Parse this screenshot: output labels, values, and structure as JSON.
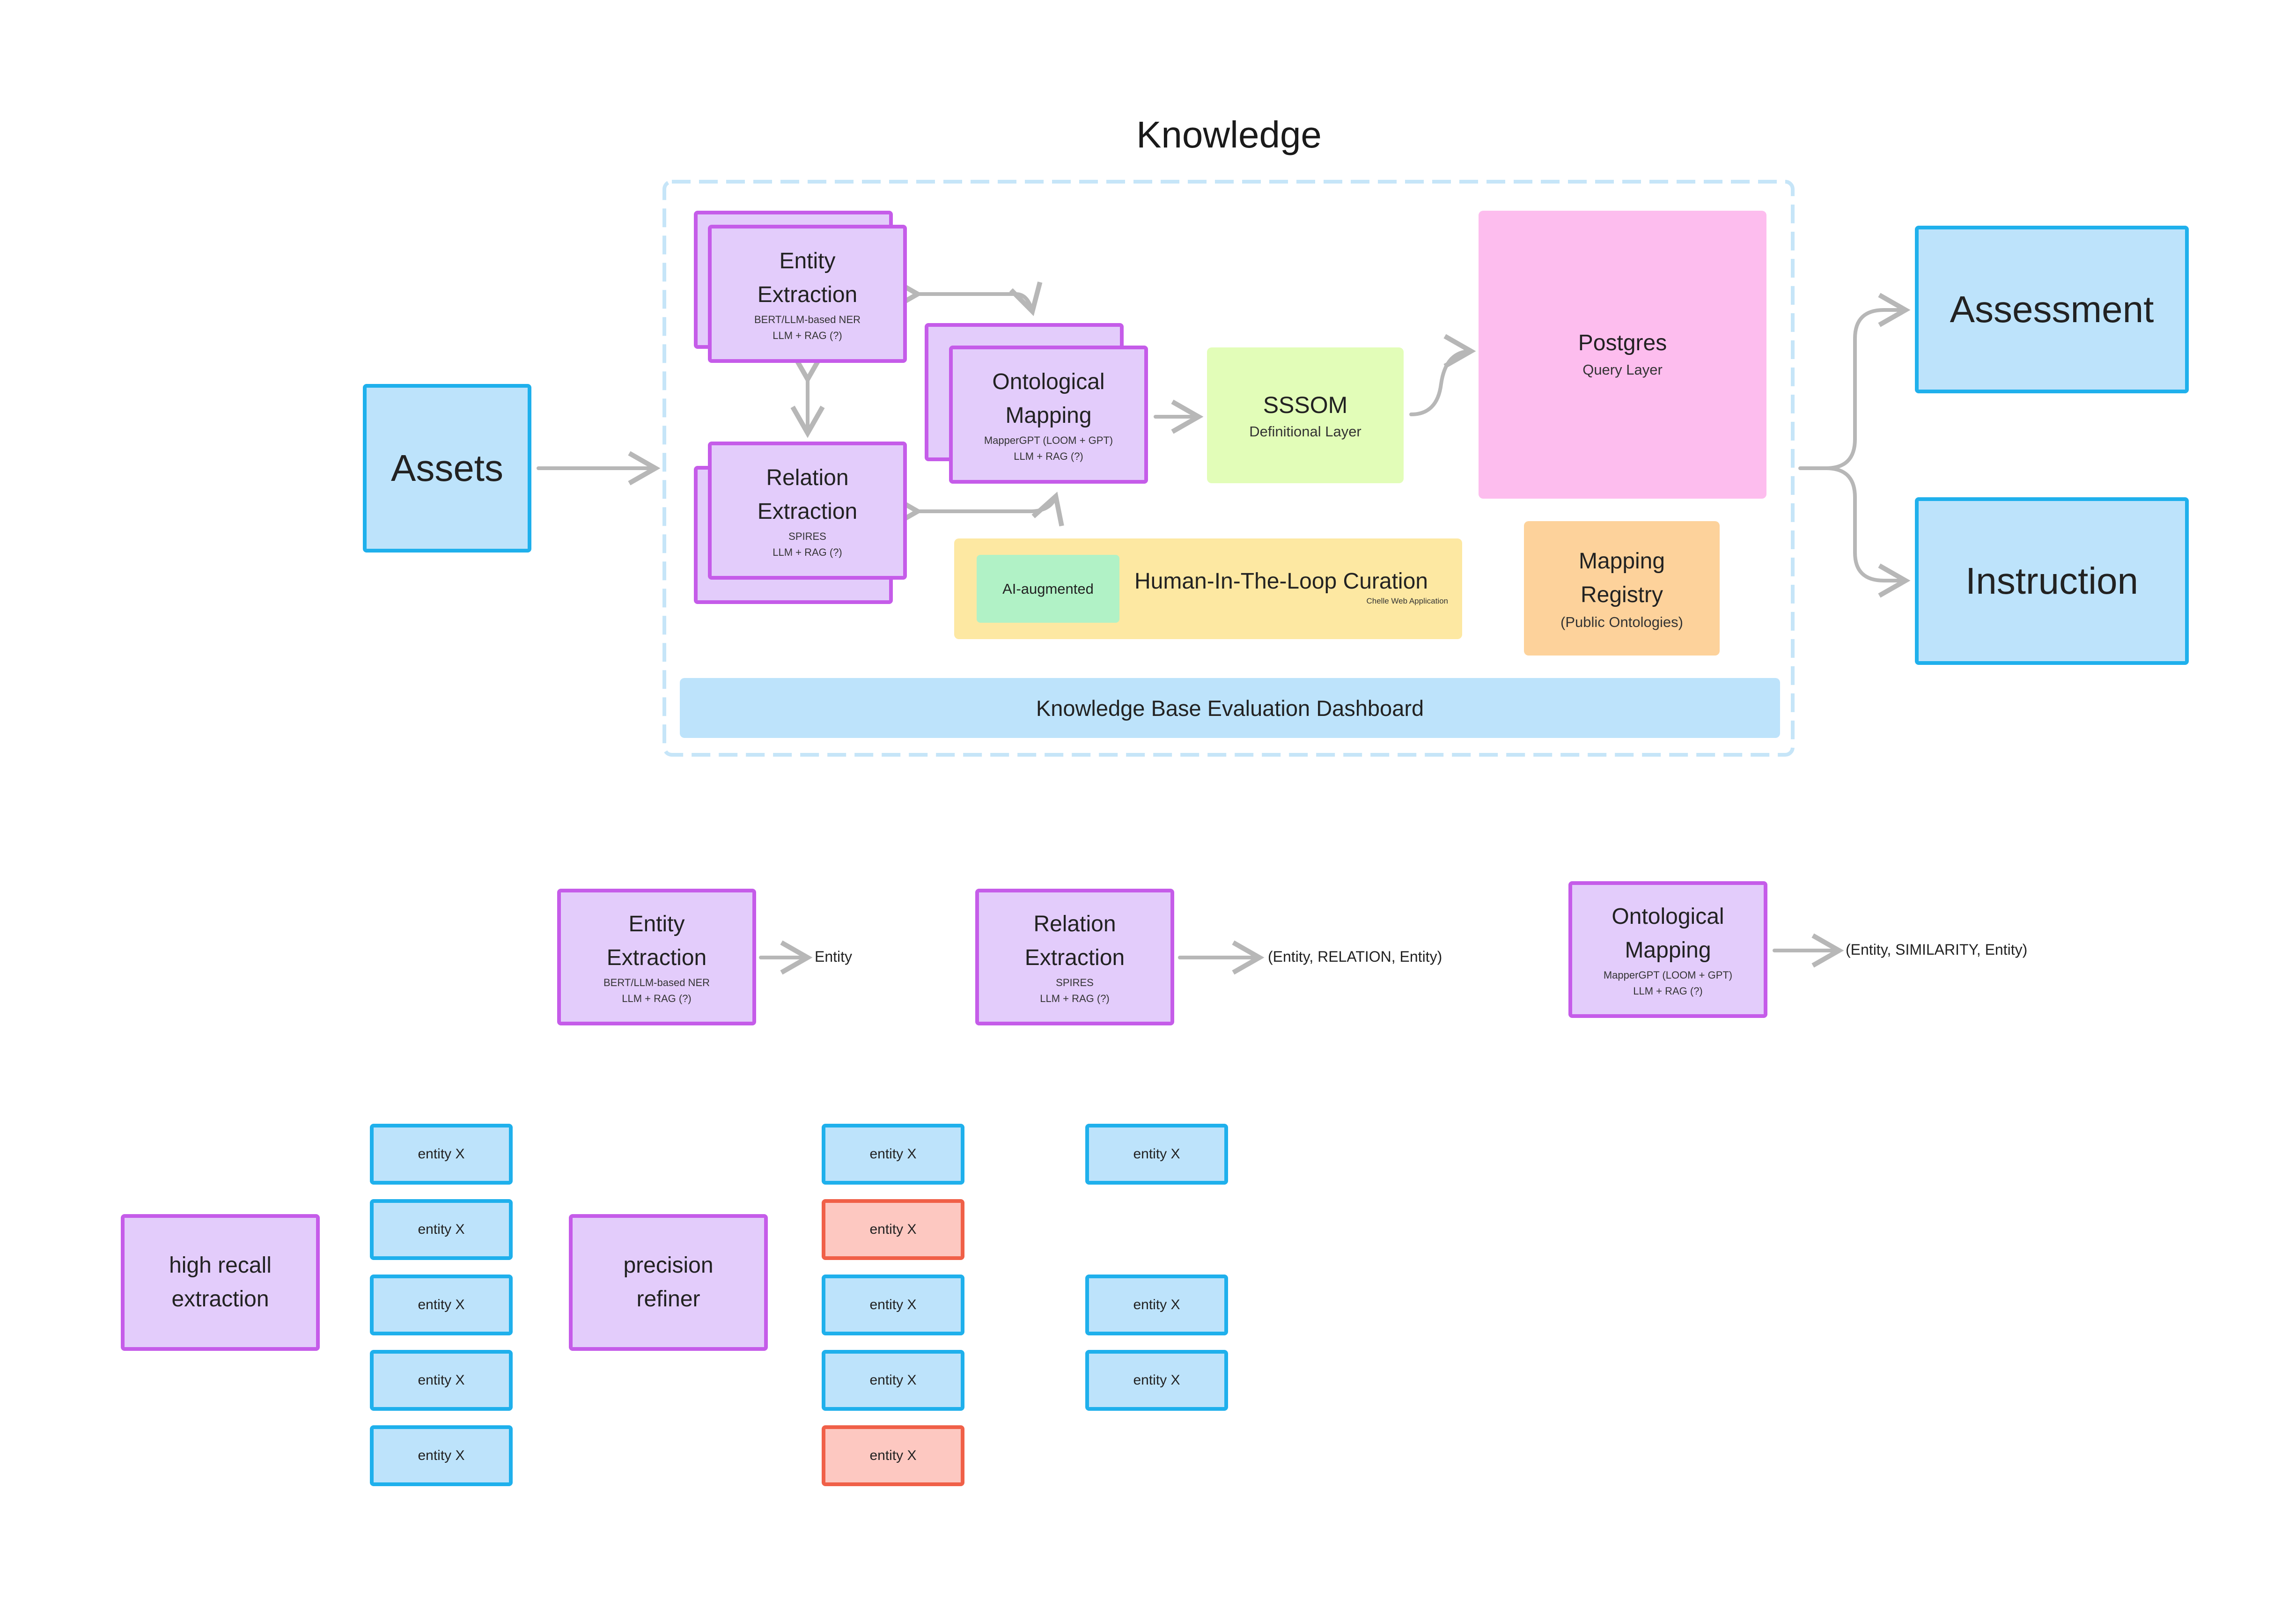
{
  "diagram": {
    "title": "Knowledge",
    "assets": "Assets",
    "assessment": "Assessment",
    "instruction": "Instruction",
    "entity_extraction": {
      "title1": "Entity",
      "title2": "Extraction",
      "sub1": "BERT/LLM-based NER",
      "sub2": "LLM + RAG (?)"
    },
    "relation_extraction": {
      "title1": "Relation",
      "title2": "Extraction",
      "sub1": "SPIRES",
      "sub2": "LLM + RAG (?)"
    },
    "ontological_mapping": {
      "title1": "Ontological",
      "title2": "Mapping",
      "sub1": "MapperGPT (LOOM + GPT)",
      "sub2": "LLM + RAG (?)"
    },
    "sssom": {
      "title": "SSSOM",
      "sub": "Definitional Layer"
    },
    "postgres": {
      "title": "Postgres",
      "sub": "Query Layer"
    },
    "hitl": {
      "badge": "AI-augmented",
      "title": "Human-In-The-Loop Curation",
      "sub": "Chelle Web Application"
    },
    "mapping_registry": {
      "title1": "Mapping",
      "title2": "Registry",
      "sub": "(Public Ontologies)"
    },
    "dashboard": "Knowledge Base Evaluation Dashboard",
    "colors": {
      "purple_fill": "#e3ccfb",
      "purple_border": "#c55ce9",
      "blue_fill": "#bde3fb",
      "blue_border": "#1fb0ec",
      "pink": "#fdbdee",
      "green": "#e2fdb8",
      "yellow": "#fde8a2",
      "orange": "#fdd29b",
      "red_fill": "#fdc8c1",
      "red_border": "#f06048",
      "arrow": "#b7b7b7"
    }
  },
  "outputs": {
    "entity_extraction": {
      "title1": "Entity",
      "title2": "Extraction",
      "sub1": "BERT/LLM-based NER",
      "sub2": "LLM + RAG (?)",
      "result": "Entity"
    },
    "relation_extraction": {
      "title1": "Relation",
      "title2": "Extraction",
      "sub1": "SPIRES",
      "sub2": "LLM + RAG (?)",
      "result": "(Entity, RELATION, Entity)"
    },
    "ontological_mapping": {
      "title1": "Ontological",
      "title2": "Mapping",
      "sub1": "MapperGPT (LOOM + GPT)",
      "sub2": "LLM + RAG (?)",
      "result": "(Entity, SIMILARITY, Entity)"
    }
  },
  "pipeline": {
    "high_recall": {
      "line1": "high recall",
      "line2": "extraction"
    },
    "precision": {
      "line1": "precision",
      "line2": "refiner"
    },
    "entity_label": "entity X",
    "column_a": [
      "keep",
      "keep",
      "keep",
      "keep",
      "keep"
    ],
    "column_b": [
      "keep",
      "reject",
      "keep",
      "keep",
      "reject"
    ],
    "column_c": [
      "keep",
      "",
      "keep",
      "keep",
      ""
    ]
  }
}
